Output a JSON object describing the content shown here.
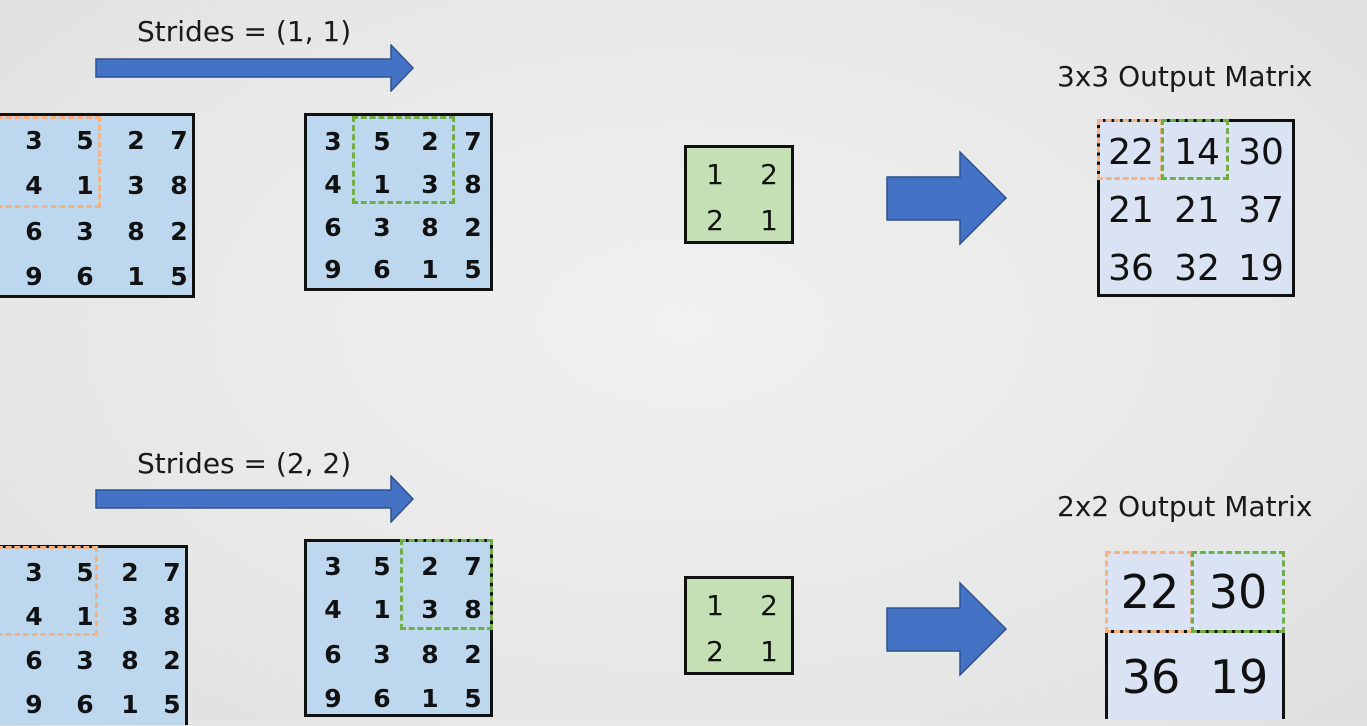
{
  "top": {
    "stride_label": "Strides = (1, 1)",
    "output_title": "3x3 Output Matrix",
    "input_matrix": [
      [
        3,
        5,
        2,
        7
      ],
      [
        4,
        1,
        3,
        8
      ],
      [
        6,
        3,
        8,
        2
      ],
      [
        9,
        6,
        1,
        5
      ]
    ],
    "kernel": [
      [
        1,
        2
      ],
      [
        2,
        1
      ]
    ],
    "output": [
      [
        22,
        14,
        30
      ],
      [
        21,
        21,
        37
      ],
      [
        36,
        32,
        19
      ]
    ]
  },
  "bottom": {
    "stride_label": "Strides = (2, 2)",
    "output_title": "2x2 Output Matrix",
    "input_matrix": [
      [
        3,
        5,
        2,
        7
      ],
      [
        4,
        1,
        3,
        8
      ],
      [
        6,
        3,
        8,
        2
      ],
      [
        9,
        6,
        1,
        5
      ]
    ],
    "kernel": [
      [
        1,
        2
      ],
      [
        2,
        1
      ]
    ],
    "output": [
      [
        22,
        30
      ],
      [
        36,
        19
      ]
    ]
  },
  "colors": {
    "input_fill": "#bdd7ee",
    "kernel_fill": "#c5e0b4",
    "output_fill": "#dae3f3",
    "arrow": "#4472c4",
    "highlight_first": "#f4b183",
    "highlight_second": "#70ad47"
  }
}
